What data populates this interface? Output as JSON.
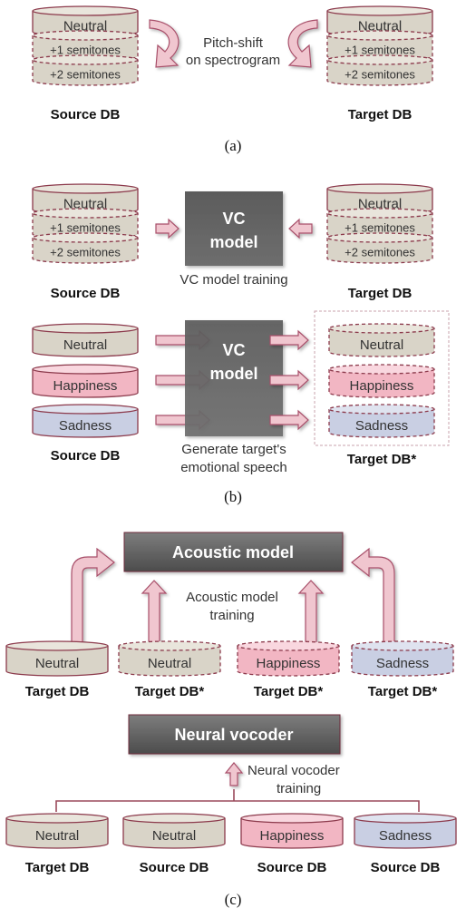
{
  "colors": {
    "neutral_fill": "#d9d4c8",
    "neutral_top": "#e9e5dc",
    "happy_fill": "#f2b6c3",
    "happy_top": "#f9d7df",
    "sad_fill": "#c9cfe3",
    "sad_top": "#dfe3ef",
    "border": "#8c3a4c",
    "arrow_fill": "#f0c6cf",
    "arrow_stroke": "#a8506a",
    "box_dark": "#5a5a5a",
    "box_light": "#8a8a8a"
  },
  "panel_a": {
    "source_db": {
      "layers": [
        "Neutral",
        "+1 semitones",
        "+2 semitones"
      ],
      "label": "Source DB"
    },
    "target_db": {
      "layers": [
        "Neutral",
        "+1 semitones",
        "+2 semitones"
      ],
      "label": "Target DB"
    },
    "caption": [
      "Pitch-shift",
      "on spectrogram"
    ],
    "letter": "(a)"
  },
  "panel_b": {
    "top": {
      "source_db": {
        "layers": [
          "Neutral",
          "+1 semitones",
          "+2 semitones"
        ],
        "label": "Source DB"
      },
      "target_db": {
        "layers": [
          "Neutral",
          "+1 semitones",
          "+2 semitones"
        ],
        "label": "Target DB"
      },
      "model": [
        "VC",
        "model"
      ],
      "caption": "VC model training"
    },
    "bottom": {
      "source_db": {
        "layers": [
          "Neutral",
          "Happiness",
          "Sadness"
        ],
        "label": "Source DB"
      },
      "target_db": {
        "layers": [
          "Neutral",
          "Happiness",
          "Sadness"
        ],
        "label": "Target DB*"
      },
      "model": [
        "VC",
        "model"
      ],
      "caption": [
        "Generate target's",
        "emotional speech"
      ]
    },
    "letter": "(b)"
  },
  "panel_c": {
    "acoustic_model": "Acoustic model",
    "acoustic_caption": [
      "Acoustic model",
      "training"
    ],
    "acoustic_inputs": [
      {
        "name": "Neutral",
        "label": "Target DB",
        "kind": "neutral",
        "dashed": false
      },
      {
        "name": "Neutral",
        "label": "Target DB*",
        "kind": "neutral",
        "dashed": true
      },
      {
        "name": "Happiness",
        "label": "Target DB*",
        "kind": "happy",
        "dashed": true
      },
      {
        "name": "Sadness",
        "label": "Target DB*",
        "kind": "sad",
        "dashed": true
      }
    ],
    "vocoder": "Neural vocoder",
    "vocoder_caption": [
      "Neural vocoder",
      "training"
    ],
    "vocoder_inputs": [
      {
        "name": "Neutral",
        "label": "Target DB",
        "kind": "neutral"
      },
      {
        "name": "Neutral",
        "label": "Source DB",
        "kind": "neutral"
      },
      {
        "name": "Happiness",
        "label": "Source DB",
        "kind": "happy"
      },
      {
        "name": "Sadness",
        "label": "Source DB",
        "kind": "sad"
      }
    ],
    "letter": "(c)"
  }
}
